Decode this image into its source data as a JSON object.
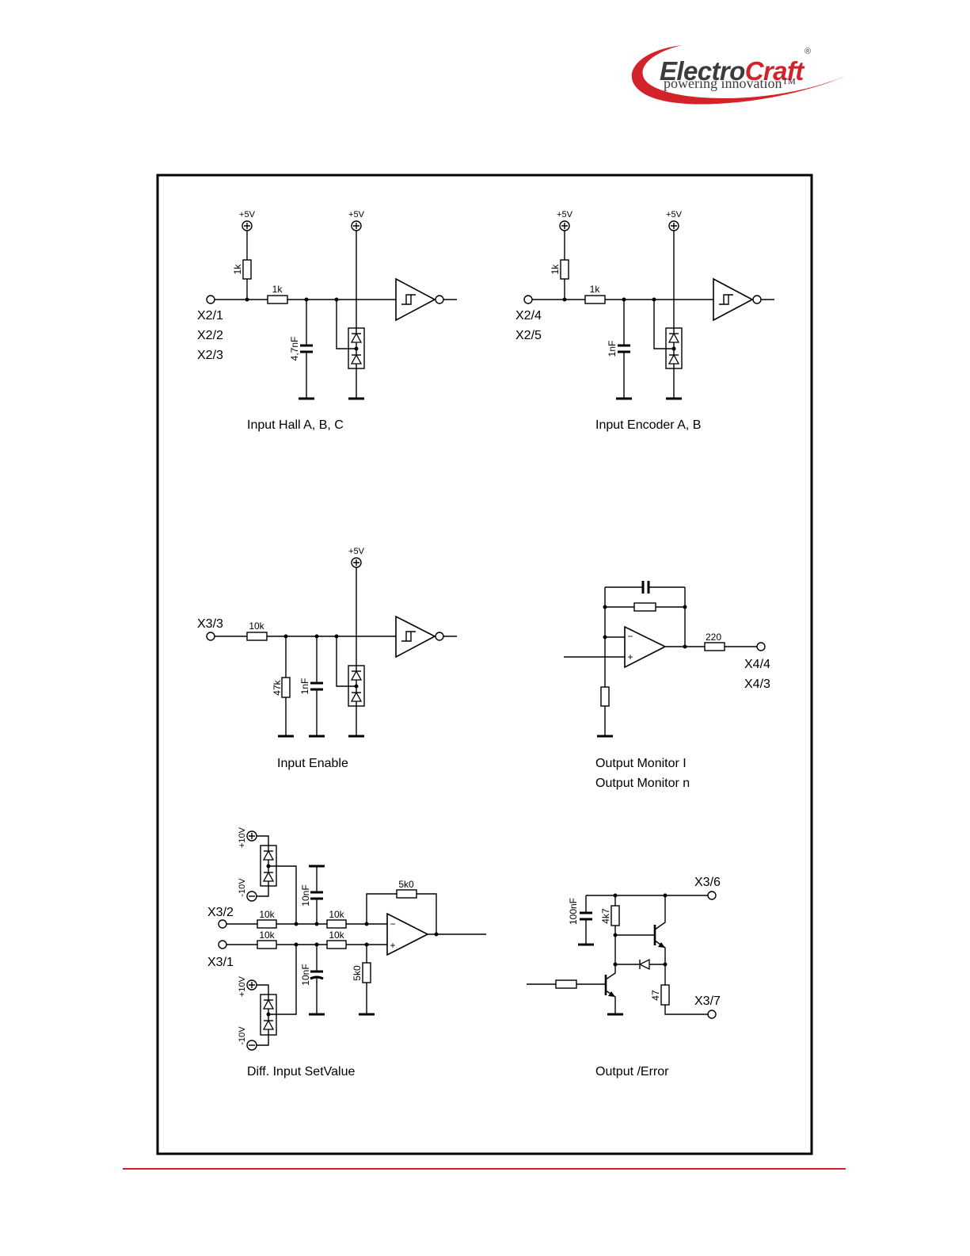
{
  "logo": {
    "part1": "Electro",
    "part2": "Craft",
    "registered": "®",
    "tagline": "powering innovation™",
    "brand_red": "#d2232a",
    "brand_dark": "#3c3c3b"
  },
  "hall": {
    "supply_pullup": "+5V",
    "supply_clamp": "+5V",
    "r_pullup": "1k",
    "r_series": "1k",
    "cap": "4,7nF",
    "terminals": [
      "X2/1",
      "X2/2",
      "X2/3"
    ],
    "caption": "Input Hall A, B, C"
  },
  "encoder": {
    "supply_pullup": "+5V",
    "supply_clamp": "+5V",
    "r_pullup": "1k",
    "r_series": "1k",
    "cap": "1nF",
    "terminals": [
      "X2/4",
      "X2/5"
    ],
    "caption": "Input Encoder A, B"
  },
  "enable": {
    "supply_clamp": "+5V",
    "r_series": "10k",
    "r_pulldown": "47k",
    "cap": "1nF",
    "terminal": "X3/3",
    "caption": "Input Enable"
  },
  "monitor": {
    "opamp_inv": "−",
    "opamp_noninv": "+",
    "r_out": "220",
    "terminals": [
      "X4/4",
      "X4/3"
    ],
    "captions": [
      "Output Monitor I",
      "Output Monitor n"
    ]
  },
  "setvalue": {
    "supplies": [
      "+10V",
      "-10V",
      "+10V",
      "-10V"
    ],
    "r_in": [
      "10k",
      "10k",
      "10k",
      "10k"
    ],
    "caps": [
      "10nF",
      "10nF"
    ],
    "r_feedback": "5k0",
    "r_ref": "5k0",
    "opamp_inv": "−",
    "opamp_noninv": "+",
    "terminals": [
      "X3/2",
      "X3/1"
    ],
    "caption": "Diff. Input SetValue"
  },
  "error": {
    "cap": "100nF",
    "r_base": "4k7",
    "r_emitter": "47",
    "terminals": [
      "X3/6",
      "X3/7"
    ],
    "caption": "Output /Error"
  },
  "colors": {
    "footer_rule": "#d2232a",
    "ink": "#000000"
  }
}
